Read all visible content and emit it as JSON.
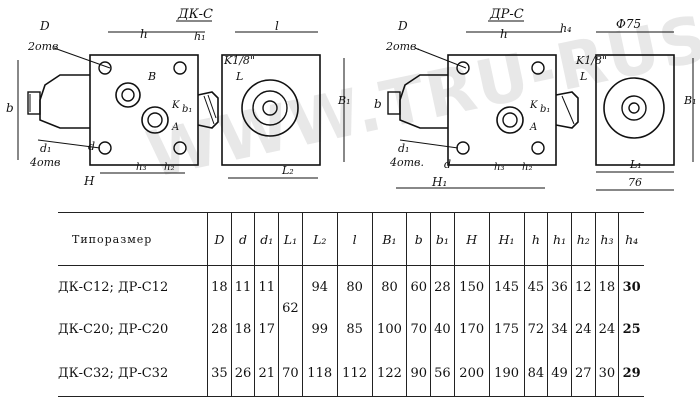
{
  "drawing": {
    "left_view_title": "ДК-С",
    "right_view_title": "ДР-С",
    "labels_left": {
      "D": "D",
      "holes2": "2отв",
      "h": "h",
      "h1": "h₁",
      "l": "l",
      "K18": "K1/8\"",
      "L": "L",
      "B": "B",
      "b": "b",
      "b1": "b₁",
      "B1": "B₁",
      "K": "K",
      "A": "A",
      "d1": "d₁",
      "holes4": "4отв",
      "d": "d",
      "H": "H",
      "h3": "h₃",
      "h2": "h₂",
      "L2": "L₂"
    },
    "labels_right": {
      "D": "D",
      "holes2": "2отв.",
      "h": "h",
      "h4": "h₄",
      "phi75": "Φ75",
      "K18": "K1/8\"",
      "L": "L",
      "b": "b",
      "b1": "b₁",
      "B1": "B₁",
      "K": "K",
      "A": "A",
      "d1": "d₁",
      "holes4": "4отв.",
      "d": "d",
      "H1": "H₁",
      "h3": "h₃",
      "h2": "h₂",
      "L1": "L₁",
      "dim76": "76"
    },
    "watermark": "WWW.TRU-RUS.COM"
  },
  "table": {
    "headers": [
      "Типоразмер",
      "D",
      "d",
      "d₁",
      "L₁",
      "L₂",
      "l",
      "B₁",
      "b",
      "b₁",
      "H",
      "H₁",
      "h",
      "h₁",
      "h₂",
      "h₃",
      "h₄"
    ],
    "L1_merged_value": "62",
    "rows": [
      {
        "name": "ДК-С12;  ДР-С12",
        "cells": [
          "18",
          "11",
          "11",
          "94",
          "80",
          "80",
          "60",
          "28",
          "150",
          "145",
          "45",
          "36",
          "12",
          "18",
          "30"
        ]
      },
      {
        "name": "ДК-С20;  ДР-С20",
        "cells": [
          "28",
          "18",
          "17",
          "99",
          "85",
          "100",
          "70",
          "40",
          "170",
          "175",
          "72",
          "34",
          "24",
          "24",
          "25"
        ]
      },
      {
        "name": "ДК-С32;  ДР-С32",
        "cells": [
          "35",
          "26",
          "21",
          "118",
          "112",
          "122",
          "90",
          "56",
          "200",
          "190",
          "84",
          "49",
          "27",
          "30",
          "29"
        ],
        "L1": "70"
      }
    ]
  }
}
